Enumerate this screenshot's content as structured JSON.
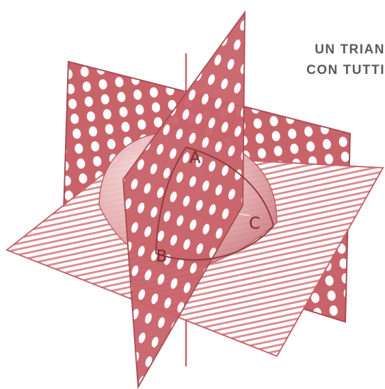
{
  "caption": {
    "line1": "UN TRIAN",
    "line2": "CON TUTTI"
  },
  "points": {
    "a": "A",
    "b": "B",
    "c": "C"
  },
  "colors": {
    "plane": "#c9636a",
    "plane_edge": "#a84a52",
    "sphere_light": "#f4d6d6",
    "sphere_dark": "#d7888d",
    "hatch": "#d98e92",
    "label": "#7a2b2f",
    "caption": "#5a5a5a"
  }
}
